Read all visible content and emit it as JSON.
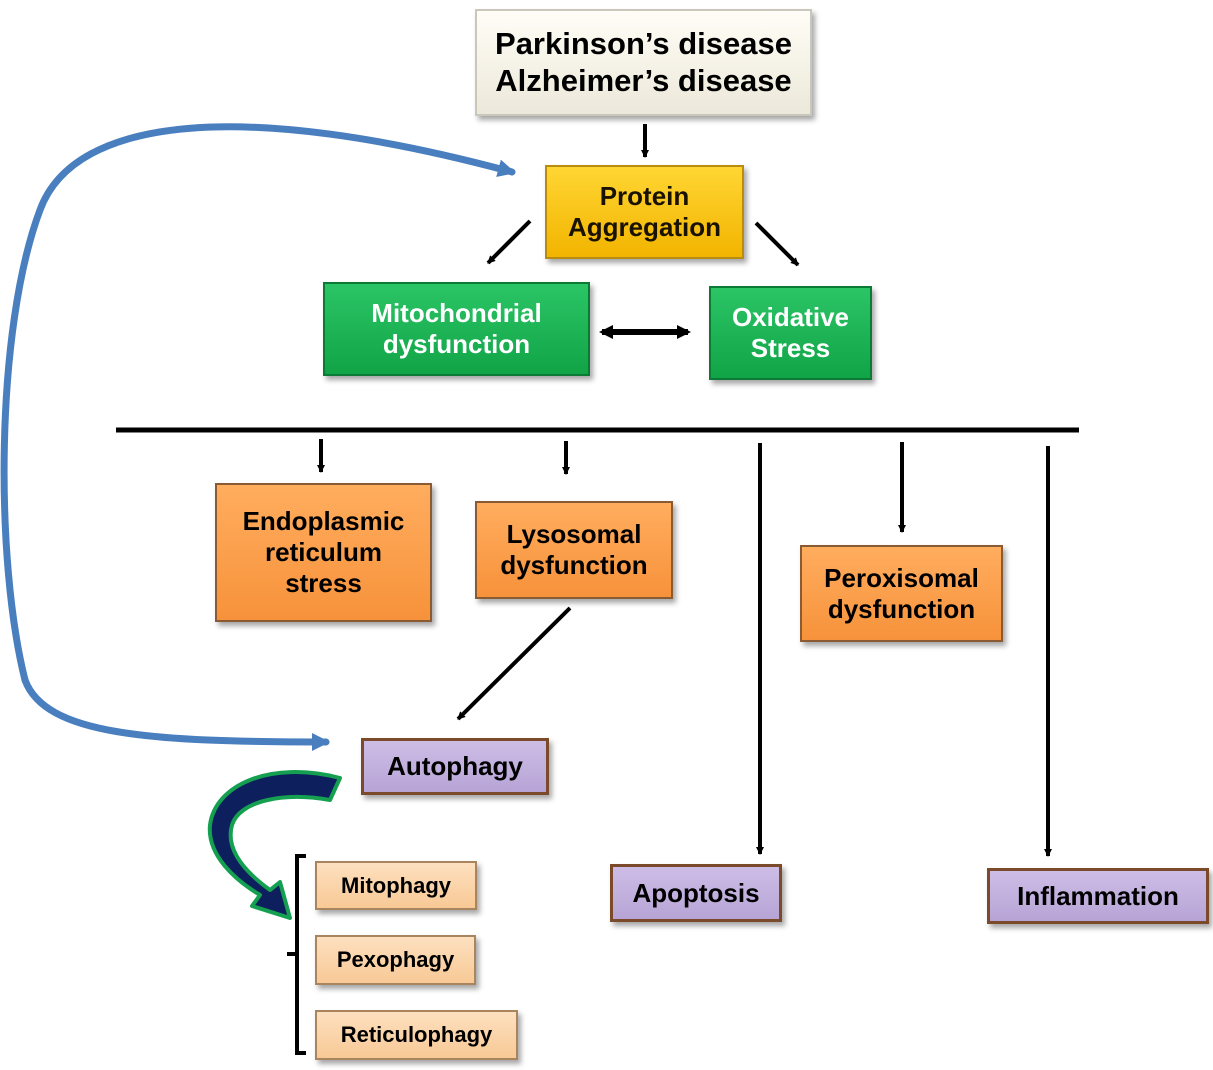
{
  "nodes": {
    "diseases": {
      "lines": [
        "Parkinson’s disease",
        "Alzheimer’s disease"
      ]
    },
    "protein_aggregation": {
      "lines": [
        "Protein",
        "Aggregation"
      ]
    },
    "mitochondrial_dysfunction": {
      "lines": [
        "Mitochondrial",
        "dysfunction"
      ]
    },
    "oxidative_stress": {
      "lines": [
        "Oxidative",
        "Stress"
      ]
    },
    "er_stress": {
      "lines": [
        "Endoplasmic",
        "reticulum",
        "stress"
      ]
    },
    "lysosomal_dysfunction": {
      "lines": [
        "Lysosomal",
        "dysfunction"
      ]
    },
    "peroxisomal_dysfunction": {
      "lines": [
        "Peroxisomal",
        "dysfunction"
      ]
    },
    "autophagy": {
      "lines": [
        "Autophagy"
      ]
    },
    "apoptosis": {
      "lines": [
        "Apoptosis"
      ]
    },
    "inflammation": {
      "lines": [
        "Inflammation"
      ]
    },
    "mitophagy": {
      "lines": [
        "Mitophagy"
      ]
    },
    "pexophagy": {
      "lines": [
        "Pexophagy"
      ]
    },
    "reticulophagy": {
      "lines": [
        "Reticulophagy"
      ]
    }
  },
  "colors": {
    "arrow": "#000000",
    "feedback_arrow": "#4a7fbf",
    "autophagy_arrow_fill": "#0d1f5c",
    "autophagy_arrow_outline": "#14a050"
  }
}
